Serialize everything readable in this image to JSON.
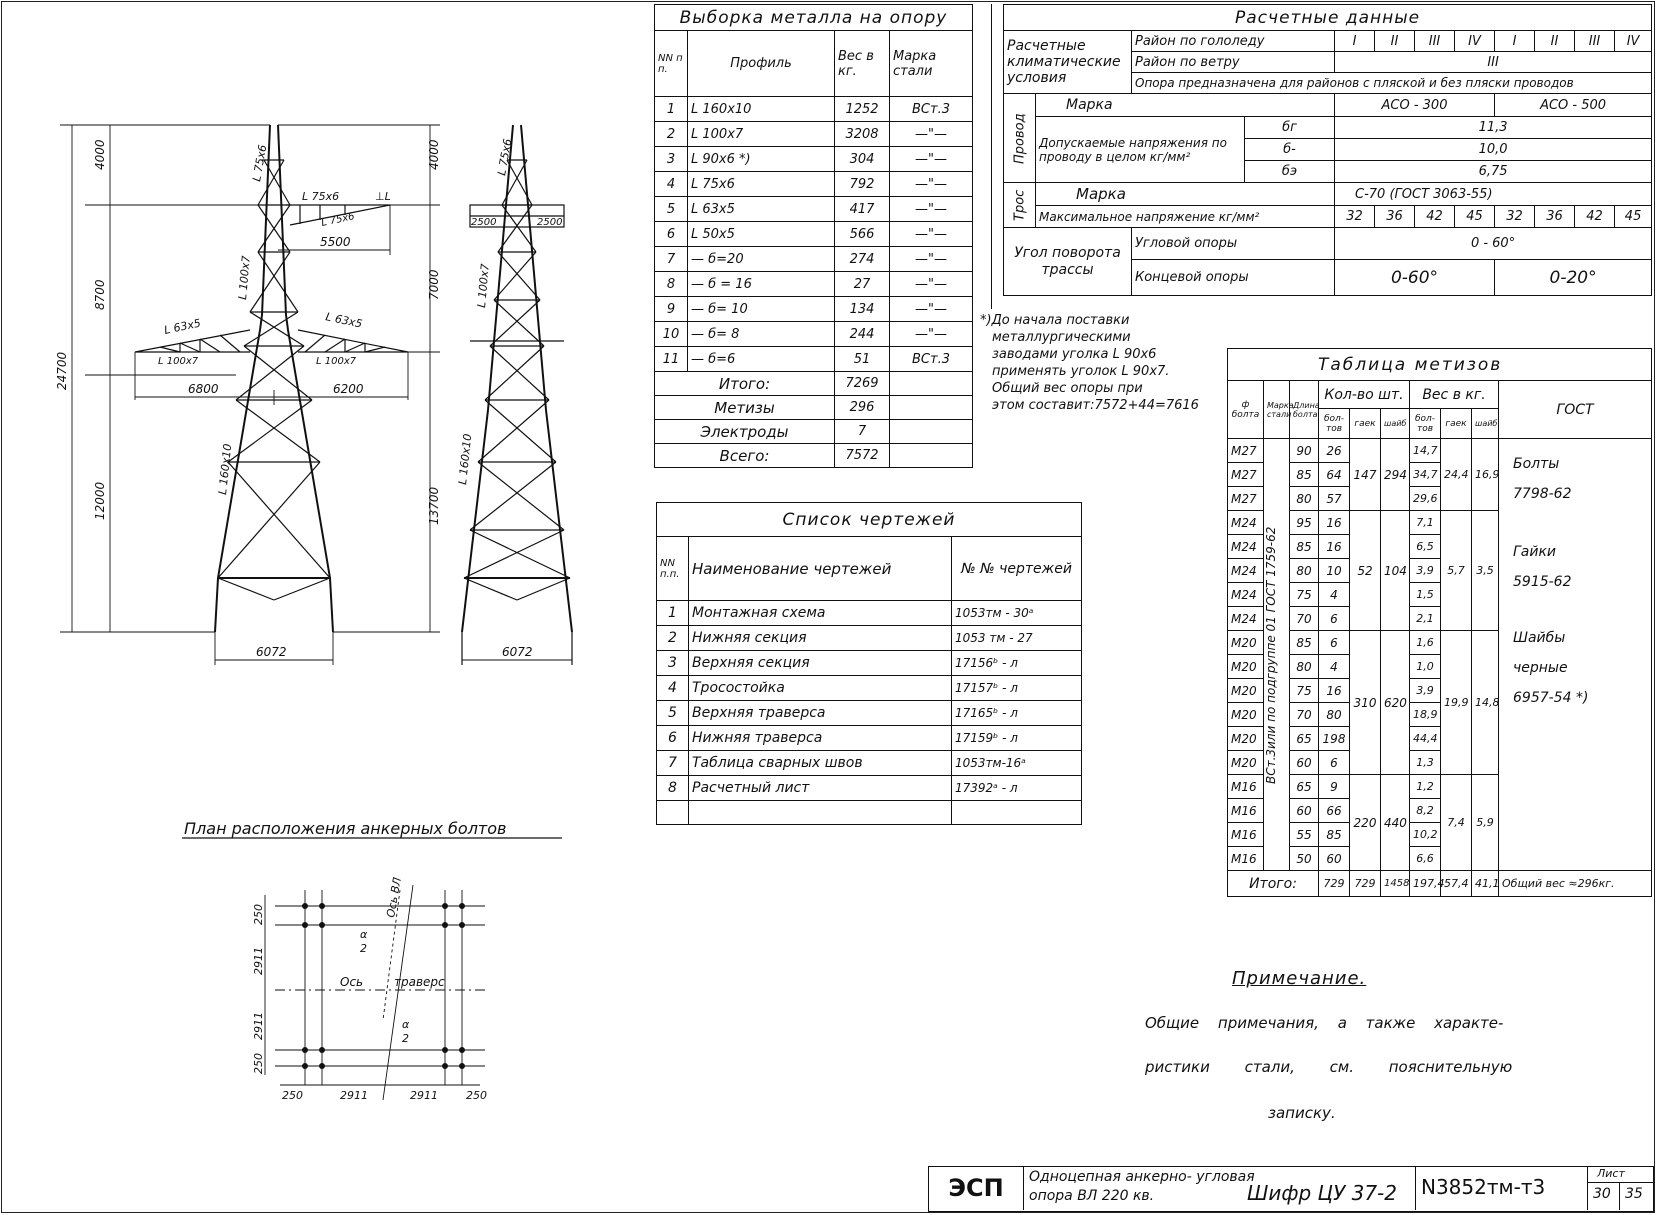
{
  "page": {
    "border": true
  },
  "drawings": {
    "front": {
      "dims_left": [
        "4000",
        "8700",
        "12000"
      ],
      "total": "24700",
      "dims_right": [
        "4000",
        "7000",
        "13700"
      ],
      "profiles": {
        "top": "L 75x6",
        "upper_arm_1": "L 75x6",
        "upper_arm_2": "L 75x6",
        "upper_arm_mark": "⊥L",
        "upper_mid": "L 100x7",
        "lower_arm_left": "L 63x5",
        "lower_arm_right": "L 63x5",
        "lower_left": "L 100x7",
        "lower_right": "L 100x7",
        "body": "L 160x10"
      },
      "arm_dims": {
        "upper": "5500",
        "lower_left": "6800",
        "lower_right": "6200"
      },
      "base": "6072"
    },
    "side": {
      "profiles": {
        "top": "L 75x6",
        "mid": "L 100x7",
        "body": "L 160x10"
      },
      "arm_dims": [
        "2500",
        "2500"
      ],
      "base": "6072"
    },
    "anchor_plan": {
      "title": "План расположения анкерных болтов",
      "dims_v": [
        "250",
        "2911",
        "2911",
        "250"
      ],
      "dims_h": [
        "250",
        "2911",
        "2911",
        "250"
      ],
      "axis_vl": "Ось ВЛ",
      "axis_trav_a": "Ось",
      "axis_trav_b": "траверс",
      "angle_num": "α",
      "angle_den": "2"
    }
  },
  "metal": {
    "title": "Выборка металла на опору",
    "headers": {
      "nn": "NN п п.",
      "profile": "Профиль",
      "weight": "Вес в кг.",
      "steel": "Марка стали"
    },
    "rows": [
      {
        "n": "1",
        "profile": "L 160x10",
        "w": "1252",
        "s": "ВСт.3"
      },
      {
        "n": "2",
        "profile": "L 100x7",
        "w": "3208",
        "s": "—\"—"
      },
      {
        "n": "3",
        "profile": "L 90x6 *)",
        "w": "304",
        "s": "—\"—"
      },
      {
        "n": "4",
        "profile": "L 75x6",
        "w": "792",
        "s": "—\"—"
      },
      {
        "n": "5",
        "profile": "L 63x5",
        "w": "417",
        "s": "—\"—"
      },
      {
        "n": "6",
        "profile": "L 50x5",
        "w": "566",
        "s": "—\"—"
      },
      {
        "n": "7",
        "profile": "— б=20",
        "w": "274",
        "s": "—\"—"
      },
      {
        "n": "8",
        "profile": "— б = 16",
        "w": "27",
        "s": "—\"—"
      },
      {
        "n": "9",
        "profile": "— б= 10",
        "w": "134",
        "s": "—\"—"
      },
      {
        "n": "10",
        "profile": "— б= 8",
        "w": "244",
        "s": "—\"—"
      },
      {
        "n": "11",
        "profile": "— б=6",
        "w": "51",
        "s": "ВСт.3"
      }
    ],
    "totals": [
      {
        "label": "Итого:",
        "v": "7269"
      },
      {
        "label": "Метизы",
        "v": "296"
      },
      {
        "label": "Электроды",
        "v": "7"
      },
      {
        "label": "Всего:",
        "v": "7572"
      }
    ]
  },
  "footnote": [
    "*)До начала поставки",
    "металлургическими",
    "заводами уголка L 90x6",
    "применять уголок L 90x7.",
    "Общий вес опоры при",
    "этом составит:7572+44=7616"
  ],
  "calc": {
    "title": "Расчетные данные",
    "climate_label": "Расчетные климатические условия",
    "ice_label": "Район по гололеду",
    "wind_label": "Район по ветру",
    "romans": [
      "I",
      "II",
      "III",
      "IV",
      "I",
      "II",
      "III",
      "IV"
    ],
    "wind_value": "III",
    "purpose": "Опора предназначена для районов с пляской и без пляски проводов",
    "wire_label": "Провод",
    "mark_label": "Марка",
    "wire_marks": [
      "АСО - 300",
      "АСО - 500"
    ],
    "stress_label": "Допускаемые напряжения по проводу в целом кг/мм²",
    "sigmas": [
      {
        "s": "бг",
        "v": "11,3"
      },
      {
        "s": "б-",
        "v": "10,0"
      },
      {
        "s": "бэ",
        "v": "6,75"
      }
    ],
    "cable_label": "Трос",
    "cable_mark_label": "Марка",
    "cable_mark": "С-70 (ГОСТ 3063-55)",
    "max_stress_label": "Максимальное напряжение кг/мм²",
    "max_stress": [
      "32",
      "36",
      "42",
      "45",
      "32",
      "36",
      "42",
      "45"
    ],
    "angle_label": "Угол поворота трассы",
    "angle_corner_label": "Угловой опоры",
    "angle_corner": "0 - 60°",
    "angle_end_label": "Концевой опоры",
    "angle_end": [
      "0-60°",
      "0-20°"
    ]
  },
  "drawings_list": {
    "title": "Список чертежей",
    "headers": {
      "nn": "NN п.п.",
      "name": "Наименование чертежей",
      "num": "№ № чертежей"
    },
    "rows": [
      {
        "n": "1",
        "name": "Монтажная схема",
        "num": "1053тм - 30ᵃ"
      },
      {
        "n": "2",
        "name": "Нижняя секция",
        "num": "1053 тм - 27"
      },
      {
        "n": "3",
        "name": "Верхняя секция",
        "num": "17156ᵇ - л"
      },
      {
        "n": "4",
        "name": "Тросостойка",
        "num": "17157ᵇ - л"
      },
      {
        "n": "5",
        "name": "Верхняя траверса",
        "num": "17165ᵇ - л"
      },
      {
        "n": "6",
        "name": "Нижняя траверса",
        "num": "17159ᵇ - л"
      },
      {
        "n": "7",
        "name": "Таблица сварных швов",
        "num": "1053тм-16ᵃ"
      },
      {
        "n": "8",
        "name": "Расчетный лист",
        "num": "17392ᵃ - л"
      }
    ]
  },
  "hardware": {
    "title": "Таблица метизов",
    "headers": {
      "d": "ф болта",
      "steel": "Марка стали",
      "len": "Длина болта",
      "qty": "Кол-во шт.",
      "wt": "Вес в кг.",
      "bolts": "бол-тов",
      "nuts": "гаек",
      "washers": "шайб",
      "gost": "ГОСТ"
    },
    "steel_vertical": "ВСт.3или по подгруппе 01 ГОСТ 1759-62",
    "groups": [
      {
        "rows": [
          [
            "М27",
            "90",
            "26",
            "14,7"
          ],
          [
            "М27",
            "85",
            "64",
            "34,7"
          ],
          [
            "М27",
            "80",
            "57",
            "29,6"
          ]
        ],
        "nuts": "147",
        "washers": "294",
        "nw": "24,4",
        "ww": "16,9"
      },
      {
        "rows": [
          [
            "М24",
            "95",
            "16",
            "7,1"
          ],
          [
            "М24",
            "85",
            "16",
            "6,5"
          ],
          [
            "М24",
            "80",
            "10",
            "3,9"
          ],
          [
            "М24",
            "75",
            "4",
            "1,5"
          ],
          [
            "М24",
            "70",
            "6",
            "2,1"
          ]
        ],
        "nuts": "52",
        "washers": "104",
        "nw": "5,7",
        "ww": "3,5"
      },
      {
        "rows": [
          [
            "М20",
            "85",
            "6",
            "1,6"
          ],
          [
            "М20",
            "80",
            "4",
            "1,0"
          ],
          [
            "М20",
            "75",
            "16",
            "3,9"
          ],
          [
            "М20",
            "70",
            "80",
            "18,9"
          ],
          [
            "М20",
            "65",
            "198",
            "44,4"
          ],
          [
            "М20",
            "60",
            "6",
            "1,3"
          ]
        ],
        "nuts": "310",
        "washers": "620",
        "nw": "19,9",
        "ww": "14,8"
      },
      {
        "rows": [
          [
            "М16",
            "65",
            "9",
            "1,2"
          ],
          [
            "М16",
            "60",
            "66",
            "8,2"
          ],
          [
            "М16",
            "55",
            "85",
            "10,2"
          ],
          [
            "М16",
            "50",
            "60",
            "6,6"
          ]
        ],
        "nuts": "220",
        "washers": "440",
        "nw": "7,4",
        "ww": "5,9"
      }
    ],
    "gost_lines": [
      "Болты",
      "7798-62",
      "Гайки",
      "5915-62",
      "Шайбы",
      "черные",
      "6957-54 *)"
    ],
    "total": {
      "label": "Итого:",
      "bolts": "729",
      "nuts": "729",
      "washers": "1458",
      "bw": "197,4",
      "nw": "57,4",
      "ww": "41,1",
      "note": "Общий вес ≈296кг."
    }
  },
  "note": {
    "title": "Примечание.",
    "lines": [
      "Общие примечания, а также характе-",
      "ристики стали, см. пояснительную",
      "записку."
    ]
  },
  "stamp": {
    "logo": "ЭСП",
    "desc1": "Одноцепная анкерно- угловая",
    "desc2": "опора ВЛ 220 кв.",
    "code": "Шифр ЦУ 37-2",
    "number": "N3852тм-т3",
    "sheet_label": "Лист",
    "sheet": "30",
    "sheets": "35"
  }
}
